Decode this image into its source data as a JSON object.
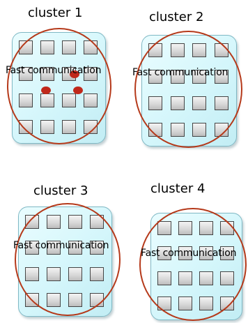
{
  "clusters": [
    {
      "title": "cluster 1",
      "label": "Fast communication"
    },
    {
      "title": "cluster 2",
      "label": "Fast communication"
    },
    {
      "title": "cluster 3",
      "label": "Fast communication"
    },
    {
      "title": "cluster 4",
      "label": "Fast communication"
    }
  ],
  "colors": {
    "ring": "#b5391a",
    "board": "#d4f6fb",
    "chip": "#d6d6d6",
    "dot": "#c0281a"
  }
}
